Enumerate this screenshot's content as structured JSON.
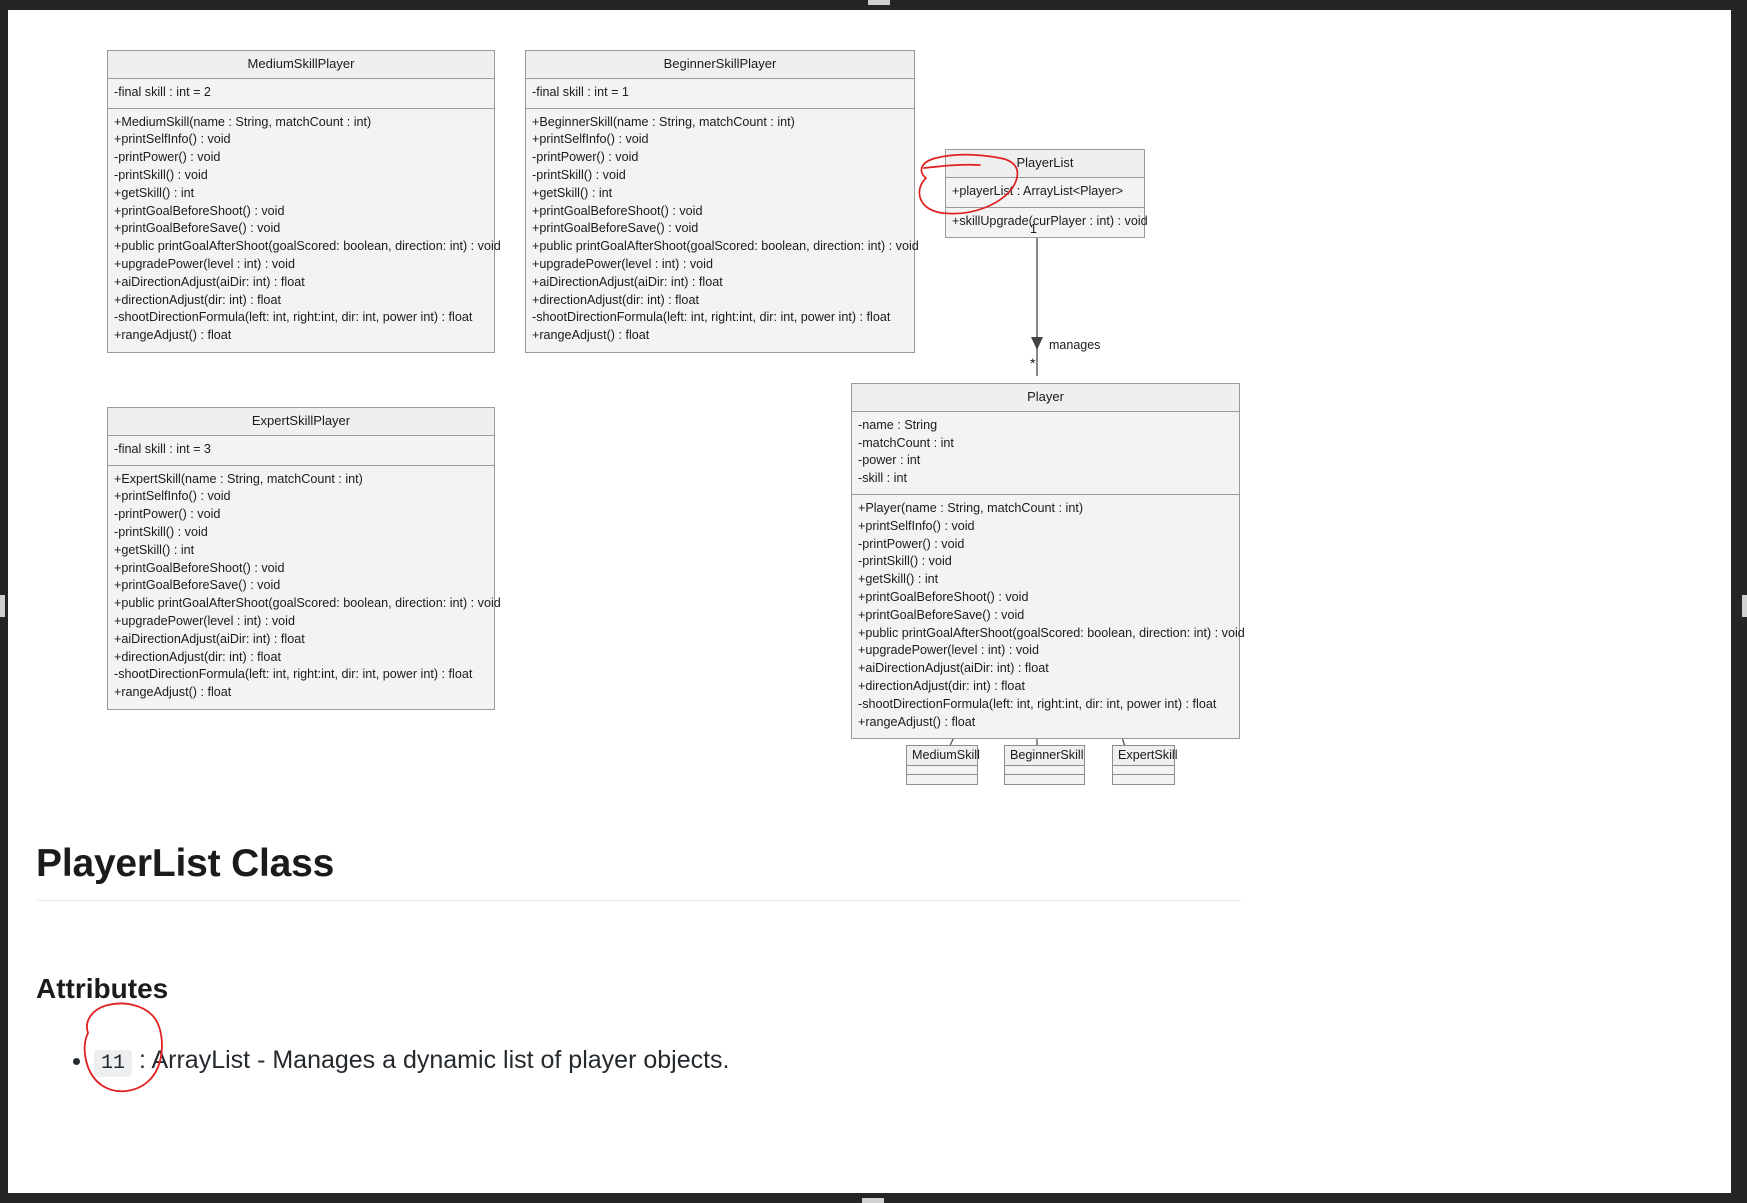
{
  "diagram": {
    "classes": [
      {
        "id": "MediumSkillPlayer",
        "title": "MediumSkillPlayer",
        "attributes": [
          "-final skill : int = 2"
        ],
        "operations": [
          "+MediumSkill(name : String, matchCount : int)",
          "+printSelfInfo() : void",
          "-printPower() : void",
          "-printSkill() : void",
          "+getSkill() : int",
          "+printGoalBeforeShoot() : void",
          "+printGoalBeforeSave() : void",
          "+public printGoalAfterShoot(goalScored: boolean, direction: int) : void",
          "+upgradePower(level : int) : void",
          "+aiDirectionAdjust(aiDir: int) : float",
          "+directionAdjust(dir: int) : float",
          "-shootDirectionFormula(left: int, right:int, dir: int, power int) : float",
          "+rangeAdjust() : float"
        ]
      },
      {
        "id": "BeginnerSkillPlayer",
        "title": "BeginnerSkillPlayer",
        "attributes": [
          "-final skill : int = 1"
        ],
        "operations": [
          "+BeginnerSkill(name : String, matchCount : int)",
          "+printSelfInfo() : void",
          "-printPower() : void",
          "-printSkill() : void",
          "+getSkill() : int",
          "+printGoalBeforeShoot() : void",
          "+printGoalBeforeSave() : void",
          "+public printGoalAfterShoot(goalScored: boolean, direction: int) : void",
          "+upgradePower(level : int) : void",
          "+aiDirectionAdjust(aiDir: int) : float",
          "+directionAdjust(dir: int) : float",
          "-shootDirectionFormula(left: int, right:int, dir: int, power int) : float",
          "+rangeAdjust() : float"
        ]
      },
      {
        "id": "ExpertSkillPlayer",
        "title": "ExpertSkillPlayer",
        "attributes": [
          "-final skill : int = 3"
        ],
        "operations": [
          "+ExpertSkill(name : String, matchCount : int)",
          "+printSelfInfo() : void",
          "-printPower() : void",
          "-printSkill() : void",
          "+getSkill() : int",
          "+printGoalBeforeShoot() : void",
          "+printGoalBeforeSave() : void",
          "+public printGoalAfterShoot(goalScored: boolean, direction: int) : void",
          "+upgradePower(level : int) : void",
          "+aiDirectionAdjust(aiDir: int) : float",
          "+directionAdjust(dir: int) : float",
          "-shootDirectionFormula(left: int, right:int, dir: int, power int) : float",
          "+rangeAdjust() : float"
        ]
      },
      {
        "id": "PlayerList",
        "title": "PlayerList",
        "attributes": [
          "+playerList : ArrayList<Player>"
        ],
        "operations": [
          "+skillUpgrade(curPlayer : int) : void"
        ]
      },
      {
        "id": "Player",
        "title": "Player",
        "attributes": [
          "-name : String",
          "-matchCount : int",
          "-power : int",
          "-skill : int"
        ],
        "operations": [
          "+Player(name : String, matchCount : int)",
          "+printSelfInfo() : void",
          "-printPower() : void",
          "-printSkill() : void",
          "+getSkill() : int",
          "+printGoalBeforeShoot() : void",
          "+printGoalBeforeSave() : void",
          "+public printGoalAfterShoot(goalScored: boolean, direction: int) : void",
          "+upgradePower(level : int) : void",
          "+aiDirectionAdjust(aiDir: int) : float",
          "+directionAdjust(dir: int) : float",
          "-shootDirectionFormula(left: int, right:int, dir: int, power int) : float",
          "+rangeAdjust() : float"
        ]
      }
    ],
    "leaf_classes": [
      {
        "id": "MediumSkill",
        "title": "MediumSkill"
      },
      {
        "id": "BeginnerSkill",
        "title": "BeginnerSkill"
      },
      {
        "id": "ExpertSkill",
        "title": "ExpertSkill"
      }
    ],
    "association": {
      "label": "manages",
      "source_multiplicity": "1",
      "target_multiplicity": "*"
    },
    "annotation_color": "#e02020"
  },
  "document": {
    "heading": "PlayerList Class",
    "subheading": "Attributes",
    "attributes": [
      {
        "code": "11",
        "separator": " : ",
        "text": "ArrayList - Manages a dynamic list of player objects."
      }
    ]
  }
}
